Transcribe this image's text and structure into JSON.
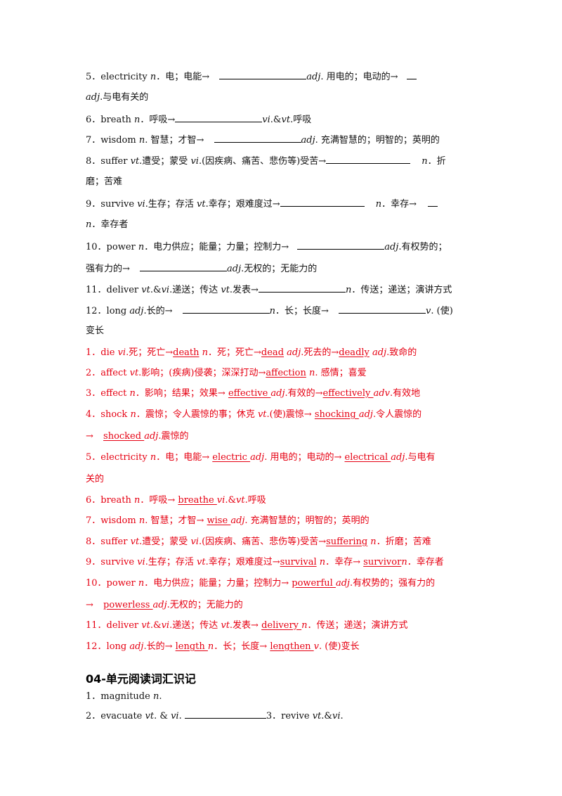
{
  "exercise_lines": [
    [
      "5．electricity ",
      "n",
      "．电；电能→ ",
      "",
      "adj",
      ". 用电的；电动的→ ",
      ""
    ],
    [
      "adj",
      ".与电有关的"
    ],
    [
      "6．breath ",
      "n",
      "．呼吸→",
      "",
      "vi",
      ".&",
      "vt",
      ".呼吸"
    ],
    [
      "7．wisdom ",
      "n",
      ". 智慧；才智→ ",
      "",
      "adj",
      ". 充满智慧的；明智的；英明的"
    ],
    [
      "8．suffer ",
      "vt",
      ".遭受；蒙受 ",
      "vi",
      ".(因疾病、痛苦、悲伤等)受苦→",
      "",
      " n",
      "．折"
    ],
    [
      "磨；苦难"
    ],
    [
      "9．survive ",
      "vi",
      ".生存；存活 ",
      "vt",
      ".幸存；艰难度过→",
      "",
      " n",
      "．幸存→ ",
      ""
    ],
    [
      "n",
      "．幸存者"
    ],
    [
      "10．power ",
      "n",
      "．电力供应；能量；力量；控制力→ ",
      "",
      "adj",
      ".有权势的；"
    ],
    [
      "强有力的→ ",
      "",
      "adj",
      ".无权的；无能力的"
    ],
    [
      "11．deliver ",
      "vt",
      ".&",
      "vi",
      ".递送；传达 ",
      "vt",
      ".发表→",
      "",
      "n",
      "．传送；递送；演讲方式"
    ],
    [
      "12．long ",
      "adj",
      ".长的→ ",
      "",
      "n",
      "．长；长度→ ",
      "",
      "v",
      ". (使)"
    ],
    [
      "变长"
    ]
  ],
  "answer_lines": [
    [
      "1．die ",
      "vi",
      ".死；死亡→",
      "death",
      " n",
      "．死；死亡→",
      "dead",
      " adj",
      ".死去的→",
      "deadly",
      " adj",
      ".致命的"
    ],
    [
      "2．affect ",
      "vt",
      ".影响；(疾病)侵袭；深深打动→",
      "affection",
      " n",
      ". 感情；喜爱"
    ],
    [
      "3．effect ",
      "n",
      "．影响；结果；效果→ ",
      "effective ",
      "adj",
      ".有效的→",
      "effectively ",
      "adv",
      ".有效地"
    ],
    [
      "4．shock ",
      "n",
      "．震惊；令人震惊的事；休克 ",
      "vt",
      ".(使)震惊→ ",
      "shocking ",
      "adj",
      ".令人震惊的"
    ],
    [
      "→ ",
      "shocked ",
      "adj",
      ".震惊的"
    ],
    [
      "5．electricity ",
      "n",
      "．电；电能→ ",
      "electric ",
      "adj",
      ". 用电的；电动的→ ",
      "electrical ",
      "adj",
      ".与电有"
    ],
    [
      "关的"
    ],
    [
      "6．breath ",
      "n",
      "．呼吸→ ",
      "breathe ",
      "vi",
      ".&",
      "vt",
      ".呼吸"
    ],
    [
      "7．wisdom ",
      "n",
      ". 智慧；才智→ ",
      "wise ",
      "adj",
      ". 充满智慧的；明智的；英明的"
    ],
    [
      "8．suffer ",
      "vt",
      ".遭受；蒙受 ",
      "vi",
      ".(因疾病、痛苦、悲伤等)受苦→",
      "suffering",
      " n",
      "．折磨；苦难"
    ],
    [
      "9．survive ",
      "vi",
      ".生存；存活 ",
      "vt",
      ".幸存；艰难度过→",
      "survival",
      " n",
      "．幸存→ ",
      "survivor",
      "n",
      "．幸存者"
    ],
    [
      "10．power ",
      "n",
      "．电力供应；能量；力量；控制力→ ",
      "powerful ",
      "adj",
      ".有权势的；强有力的"
    ],
    [
      "→ ",
      "powerless ",
      "adj",
      ".无权的；无能力的"
    ],
    [
      "11．deliver ",
      "vt",
      ".&",
      "vi",
      ".递送；传达 ",
      "vt",
      ".发表→ ",
      "delivery ",
      "n",
      "．传送；递送；演讲方式"
    ],
    [
      "12．long ",
      "adj",
      ".长的→ ",
      "length ",
      "n",
      "．长；长度→ ",
      "lengthen ",
      "v",
      ". (使)变长"
    ]
  ],
  "section_heading": "04-单元阅读词汇识记",
  "reading_lines": [
    [
      "1．magnitude ",
      "n",
      "."
    ],
    [
      "2．evacuate ",
      "vt",
      ". & ",
      "vi",
      ". ",
      "",
      "3．revive ",
      "vt",
      ".&",
      "vi",
      "."
    ]
  ]
}
